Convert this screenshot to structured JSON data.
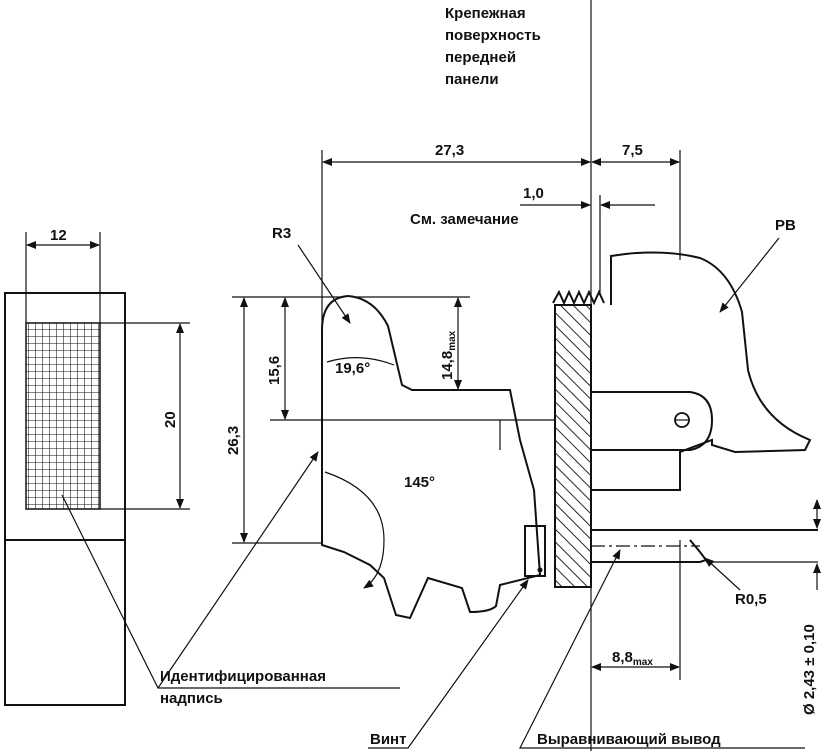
{
  "labels": {
    "mounting_surface": [
      "Крепежная",
      "поверхность",
      "передней",
      "панели"
    ],
    "identified_inscription": [
      "Идентифицированная",
      "надпись"
    ],
    "screw": "Винт",
    "alignment_pin": "Выравнивающий вывод",
    "see_note": "См. замечание",
    "pb": "PB"
  },
  "dimensions": {
    "width_12": "12",
    "height_20": "20",
    "radius_r3": "R3",
    "overall_27_3": "27,3",
    "offset_7_5": "7,5",
    "offset_1_0": "1,0",
    "height_26_3": "26,3",
    "height_15_6": "15,6",
    "height_14_8": "14,8",
    "height_14_8_sub": "max",
    "angle_19_6": "19,6°",
    "angle_145": "145°",
    "radius_r0_5": "R0,5",
    "length_8_8": "8,8",
    "length_8_8_sub": "max",
    "diameter": "Ø 2,43 ± 0,10"
  }
}
